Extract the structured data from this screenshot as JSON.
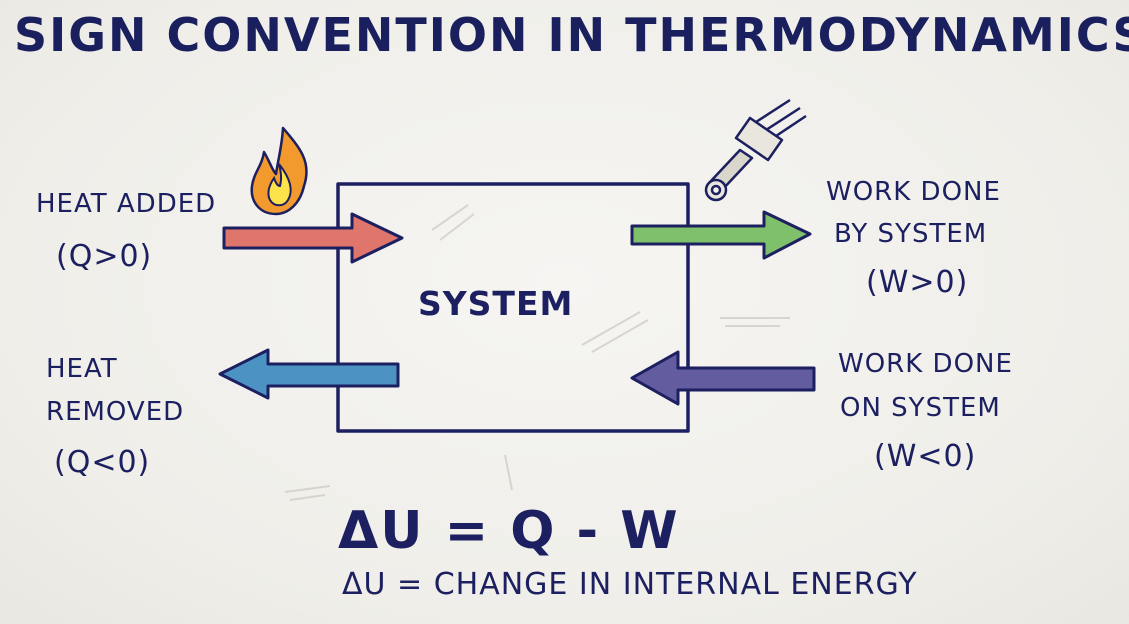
{
  "title": "SIGN CONVENTION IN THERMODYNAMICS",
  "system_label": "SYSTEM",
  "heat_added": {
    "label_line1": "HEAT ADDED",
    "condition": "(Q>0)",
    "arrow_color": "#e0756c",
    "icon": "flame-icon"
  },
  "heat_removed": {
    "label_line1": "HEAT",
    "label_line2": "REMOVED",
    "condition": "(Q<0)",
    "arrow_color": "#4c93c4"
  },
  "work_by": {
    "label_line1": "WORK DONE",
    "label_line2": "BY SYSTEM",
    "condition": "(W>0)",
    "arrow_color": "#7fc06a",
    "icon": "piston-icon"
  },
  "work_on": {
    "label_line1": "WORK DONE",
    "label_line2": "ON SYSTEM",
    "condition": "(W<0)",
    "arrow_color": "#635c9e"
  },
  "equation": "ΔU = Q - W",
  "definition": "ΔU = CHANGE IN INTERNAL ENERGY",
  "colors": {
    "ink": "#1c2060",
    "paper": "#f2f1ee"
  }
}
